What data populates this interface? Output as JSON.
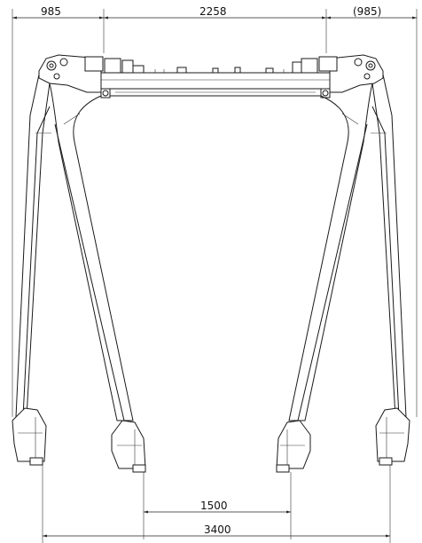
{
  "dimensions": {
    "left_width": "985",
    "beam_width": "2258",
    "right_width": "(985)",
    "inner_track": "1500",
    "outer_track": "3400"
  }
}
